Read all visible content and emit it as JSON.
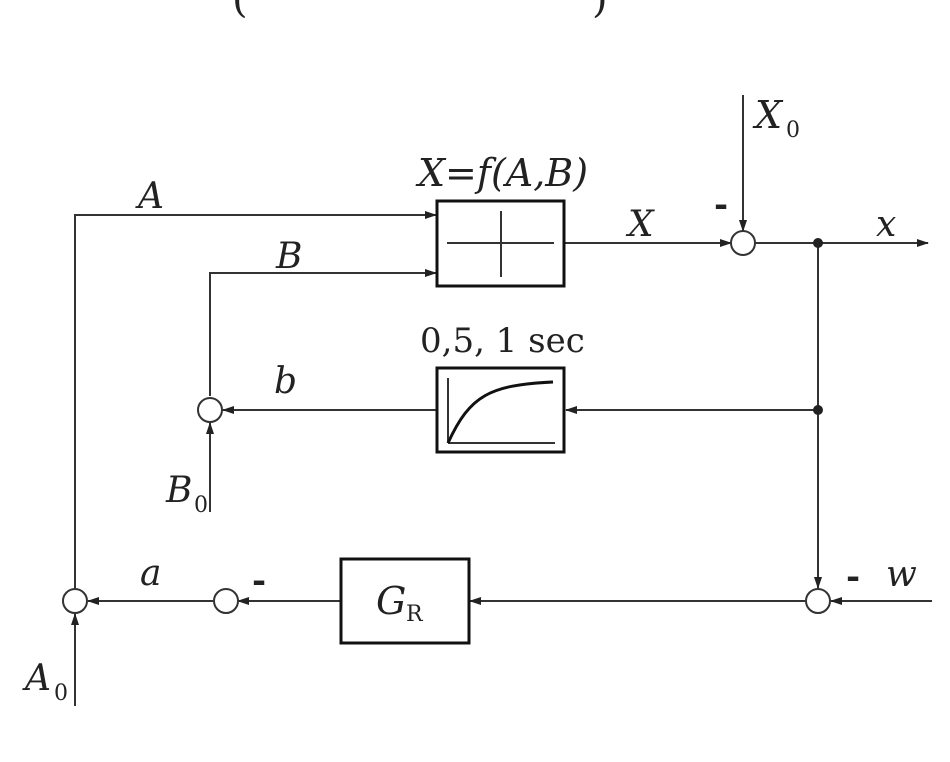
{
  "top_partial": "(",
  "top_partial_right": ")",
  "labels": {
    "X0_main": "X",
    "X0_sub": "0",
    "func_label": "X=f(A,B)",
    "A": "A",
    "B": "B",
    "X": "X",
    "x": "x",
    "delay_label": "0,5, 1 sec",
    "b": "b",
    "B0_main": "B",
    "B0_sub": "0",
    "a": "a",
    "GR_main": "G",
    "GR_sub": "R",
    "w": "w",
    "A0_main": "A",
    "A0_sub": "0"
  },
  "signs": {
    "X0_sign": "-",
    "inner_sign": "-",
    "w_sign": "-"
  }
}
